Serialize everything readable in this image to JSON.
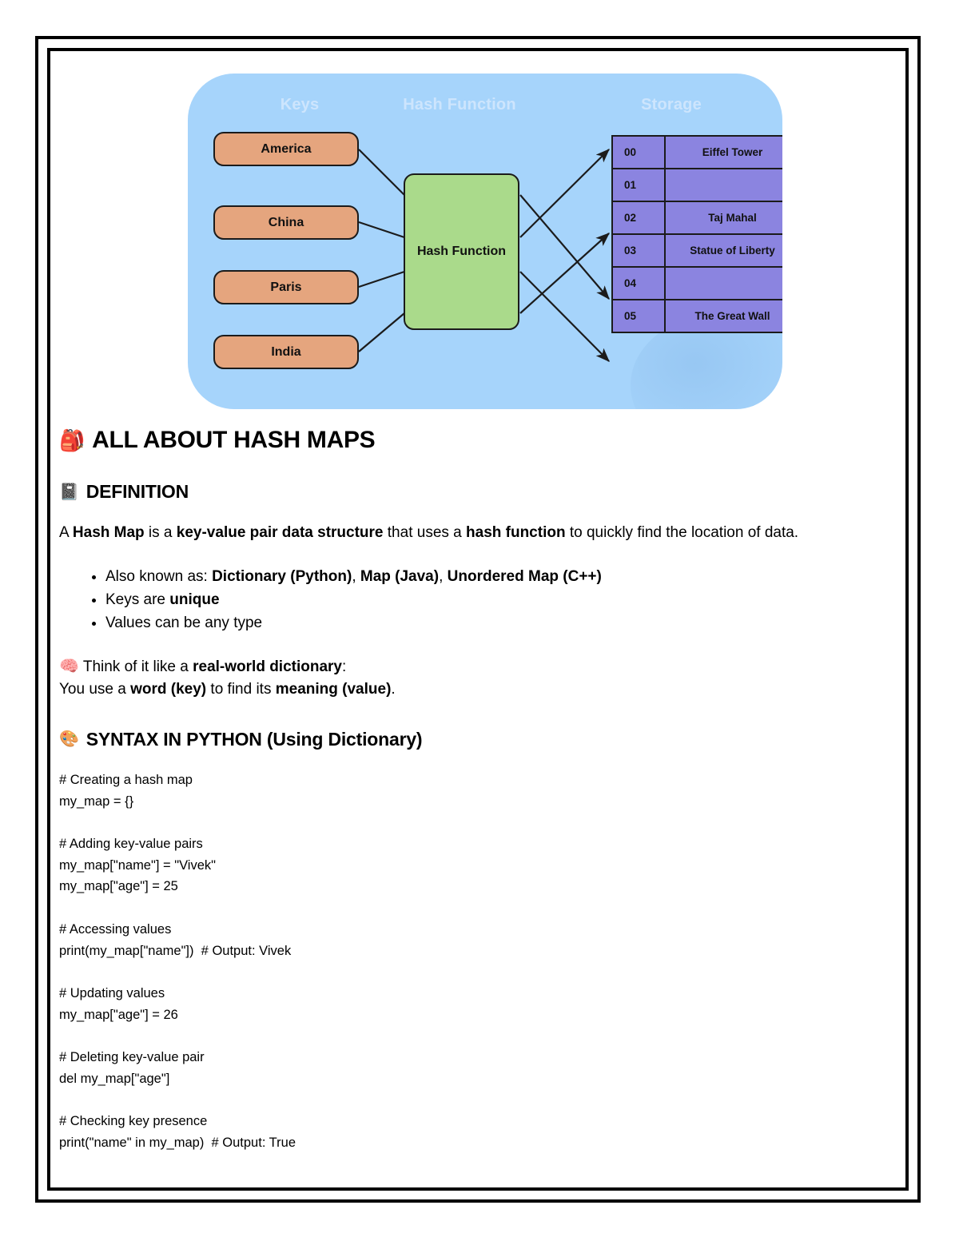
{
  "diagram": {
    "column_labels": {
      "keys": "Keys",
      "hash_function": "Hash Function",
      "storage": "Storage"
    },
    "keys": [
      "America",
      "China",
      "Paris",
      "India"
    ],
    "hash_function_label": "Hash Function",
    "storage_rows": [
      {
        "index": "00",
        "value": "Eiffel Tower"
      },
      {
        "index": "01",
        "value": ""
      },
      {
        "index": "02",
        "value": "Taj Mahal"
      },
      {
        "index": "03",
        "value": "Statue of Liberty"
      },
      {
        "index": "04",
        "value": ""
      },
      {
        "index": "05",
        "value": "The Great Wall"
      }
    ],
    "colors": {
      "panel": "#a6d4fb",
      "key_box": "#e5a57e",
      "hash_box": "#aada8b",
      "storage_cell": "#8b84e0",
      "stroke": "#1b1b1b",
      "column_label": "#cde5fd"
    }
  },
  "document": {
    "title": "ALL ABOUT HASH MAPS",
    "title_icon": "🎒",
    "definition": {
      "heading": "DEFINITION",
      "heading_icon": "📓",
      "paragraph_parts": [
        {
          "text": "A ",
          "bold": false
        },
        {
          "text": "Hash Map",
          "bold": true
        },
        {
          "text": " is a ",
          "bold": false
        },
        {
          "text": "key-value pair data structure",
          "bold": true
        },
        {
          "text": " that uses a ",
          "bold": false
        },
        {
          "text": "hash function",
          "bold": true
        },
        {
          "text": " to quickly find the location of data.",
          "bold": false
        }
      ],
      "paragraph_plain": "A Hash Map is a key-value pair data structure that uses a hash function to quickly find the location of data.",
      "bullets": [
        [
          {
            "text": "Also known as: ",
            "bold": false
          },
          {
            "text": "Dictionary (Python)",
            "bold": true
          },
          {
            "text": ", ",
            "bold": false
          },
          {
            "text": "Map (Java)",
            "bold": true
          },
          {
            "text": ", ",
            "bold": false
          },
          {
            "text": "Unordered Map (C++)",
            "bold": true
          }
        ],
        [
          {
            "text": "Keys are ",
            "bold": false
          },
          {
            "text": "unique",
            "bold": true
          }
        ],
        [
          {
            "text": "Values can be any type",
            "bold": false
          }
        ]
      ]
    },
    "analogy": {
      "icon": "🧠",
      "line1_parts": [
        {
          "text": " Think of it like a ",
          "bold": false
        },
        {
          "text": "real-world dictionary",
          "bold": true
        },
        {
          "text": ":",
          "bold": false
        }
      ],
      "line2_parts": [
        {
          "text": "You use a ",
          "bold": false
        },
        {
          "text": "word (key)",
          "bold": true
        },
        {
          "text": " to find its ",
          "bold": false
        },
        {
          "text": "meaning (value)",
          "bold": true
        },
        {
          "text": ".",
          "bold": false
        }
      ]
    },
    "syntax": {
      "heading": "SYNTAX IN PYTHON (Using Dictionary)",
      "heading_icon": "🎨",
      "code": "# Creating a hash map\nmy_map = {}\n\n# Adding key-value pairs\nmy_map[\"name\"] = \"Vivek\"\nmy_map[\"age\"] = 25\n\n# Accessing values\nprint(my_map[\"name\"])  # Output: Vivek\n\n# Updating values\nmy_map[\"age\"] = 26\n\n# Deleting key-value pair\ndel my_map[\"age\"]\n\n# Checking key presence\nprint(\"name\" in my_map)  # Output: True"
    }
  }
}
